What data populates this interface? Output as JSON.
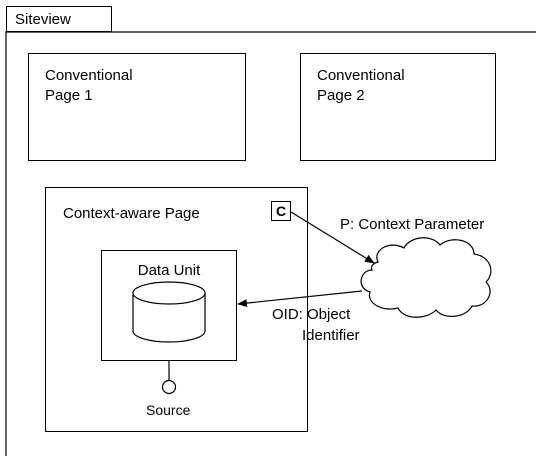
{
  "siteview": {
    "tab_label": "Siteview"
  },
  "pages": {
    "conventional_1": {
      "line1": "Conventional",
      "line2": "Page 1"
    },
    "conventional_2": {
      "line1": "Conventional",
      "line2": "Page 2"
    },
    "context_aware": {
      "title": "Context-aware Page",
      "badge": "C"
    }
  },
  "data_unit": {
    "title": "Data Unit",
    "source_label": "Source"
  },
  "edges": {
    "context_parameter": "P: Context Parameter",
    "object_identifier_line1": "OID: Object",
    "object_identifier_line2": "Identifier"
  },
  "icons": {
    "cylinder": "database-cylinder-icon",
    "cloud": "cloud-icon",
    "source": "source-node-icon"
  }
}
